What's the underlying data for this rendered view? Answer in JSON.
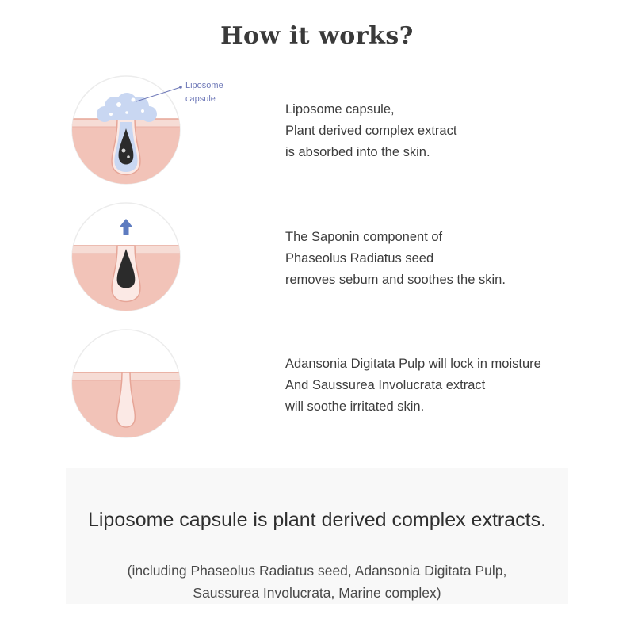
{
  "title": "How it works?",
  "steps": [
    {
      "callout": [
        "Liposome",
        "capsule"
      ],
      "lines": [
        "Liposome capsule,",
        "Plant derived complex extract",
        "is absorbed into the skin."
      ]
    },
    {
      "lines": [
        "The Saponin component of",
        "Phaseolus Radiatus seed",
        "removes sebum and soothes the skin."
      ]
    },
    {
      "lines": [
        "Adansonia Digitata Pulp will lock in moisture",
        "And Saussurea Involucrata extract",
        "will soothe irritated skin."
      ]
    }
  ],
  "summary": {
    "headline": "Liposome capsule is plant derived complex extracts.",
    "sub": [
      "(including Phaseolus Radiatus seed, Adansonia Digitata Pulp,",
      "Saussurea Involucrata, Marine complex)"
    ]
  },
  "colors": {
    "skin_top": "#f6dcd5",
    "skin_body": "#f2c3b8",
    "skin_edge": "#e6a597",
    "pore_fill": "#fbe9e5",
    "sebum": "#2b2b2b",
    "liposome": "#c9d7f2",
    "arrow": "#5d7bc0",
    "callout": "#6f79b8"
  },
  "icons": {
    "step1": "liposome-absorption-icon",
    "step2": "sebum-removal-icon",
    "step3": "moisture-lock-icon"
  }
}
